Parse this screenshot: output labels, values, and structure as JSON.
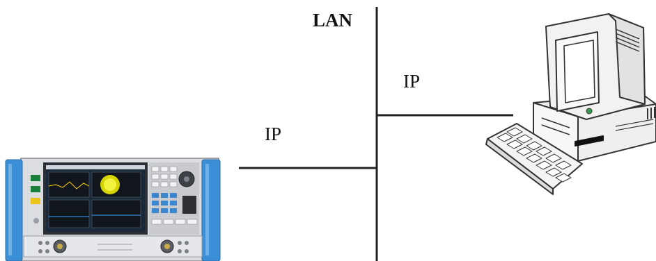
{
  "labels": {
    "lan": "LAN",
    "ip_instrument": "IP",
    "ip_computer": "IP"
  },
  "nodes": [
    {
      "id": "instrument",
      "type": "vector-network-analyzer",
      "icon": "network-analyzer-icon"
    },
    {
      "id": "computer",
      "type": "desktop-pc",
      "icon": "desktop-computer-icon"
    }
  ],
  "connections": [
    {
      "from": "instrument",
      "to": "lan",
      "label": "IP"
    },
    {
      "from": "computer",
      "to": "lan",
      "label": "IP"
    }
  ],
  "colors": {
    "line": "#222222",
    "instrument_side_handle": "#3b8fd6",
    "instrument_body": "#dcdde0",
    "instrument_screen": "#1b2a3a",
    "computer_body": "#f2f2f2",
    "computer_outline": "#333333"
  }
}
